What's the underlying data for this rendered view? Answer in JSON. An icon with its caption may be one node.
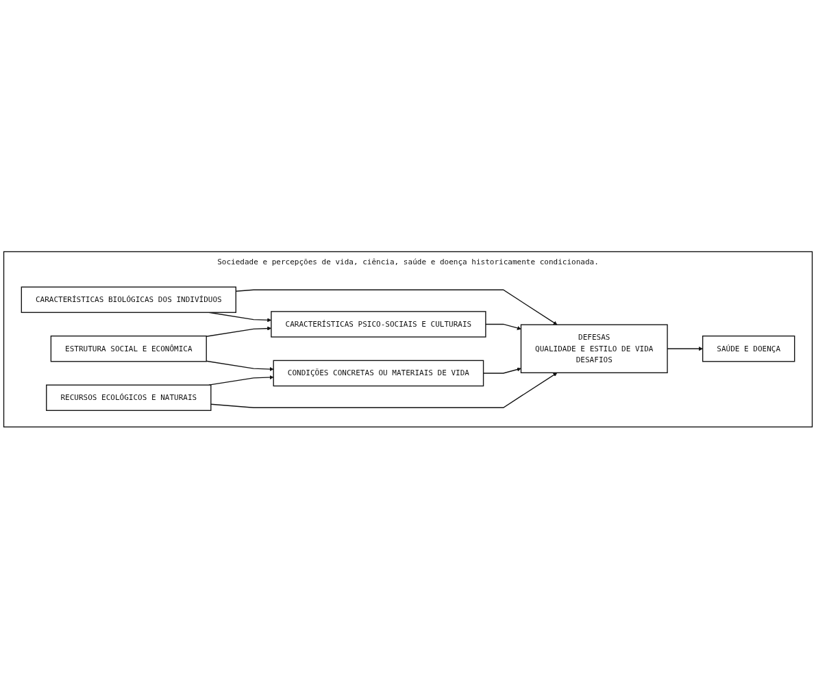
{
  "diagram": {
    "nodes": [
      {
        "text": [
          "Sociedade e percepções de vida, ciência, saúde e doença historicamente condicionada."
        ]
      },
      {
        "text": [
          "CARACTERÍSTICAS BIOLÓGICAS DOS INDIVÍDUOS"
        ],
        "in": 0
      },
      {
        "text": [
          "CARACTERÍSTICAS PSICO-SOCIAIS E CULTURAIS"
        ],
        "in": 0
      },
      {
        "text": [
          "ESTRUTURA SOCIAL E ECONÔMICA"
        ],
        "in": 0
      },
      {
        "text": [
          "CONDIÇÕES CONCRETAS OU MATERIAIS DE VIDA"
        ],
        "in": 0
      },
      {
        "text": [
          "RECURSOS ECOLÓGICOS E NATURAIS"
        ],
        "in": 0
      },
      {
        "text": [
          "DEFESAS",
          "QUALIDADE E ESTILO DE VIDA",
          "DESAFIOS"
        ],
        "in": 0
      },
      {
        "text": [
          "SAÚDE E DOENÇA"
        ],
        "in": 0
      }
    ],
    "edges": [
      {
        "from": 1,
        "to": 6,
        "arrow": "to"
      },
      {
        "from": 1,
        "to": 2,
        "arrow": "to"
      },
      {
        "from": 3,
        "to": 2,
        "arrow": "to"
      },
      {
        "from": 3,
        "to": 4,
        "arrow": "to"
      },
      {
        "from": 5,
        "to": 4,
        "arrow": "to"
      },
      {
        "from": 5,
        "to": 6,
        "arrow": "to"
      },
      {
        "from": 2,
        "to": 6,
        "arrow": "to"
      },
      {
        "from": 4,
        "to": 6,
        "arrow": "to"
      },
      {
        "from": 6,
        "to": 7,
        "arrow": "to"
      }
    ]
  }
}
